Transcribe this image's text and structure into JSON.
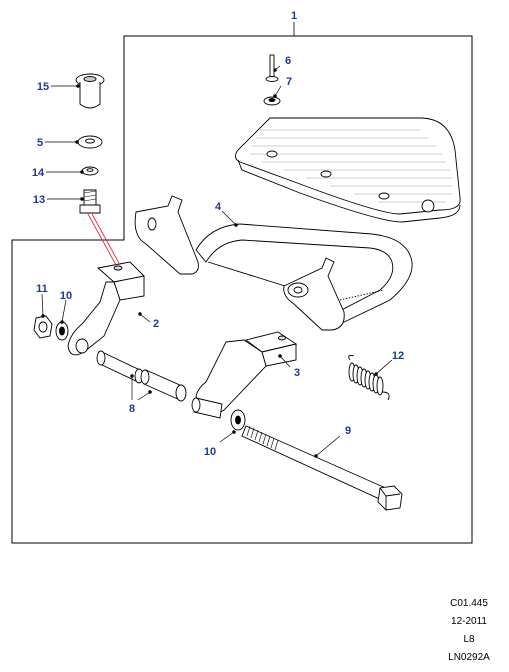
{
  "callouts": {
    "c1": "1",
    "c2": "2",
    "c3": "3",
    "c4": "4",
    "c5": "5",
    "c6": "6",
    "c7": "7",
    "c8": "8",
    "c9": "9",
    "c10a": "10",
    "c10b": "10",
    "c11": "11",
    "c12": "12",
    "c13": "13",
    "c14": "14",
    "c15": "15"
  },
  "reference": {
    "code": "C01.445",
    "date": "12-2011",
    "level": "L8",
    "drawing": "LN0292A"
  },
  "colors": {
    "callout": "#1f3a93",
    "line": "#000000",
    "hatch": "#bbbbbb",
    "leader_red": "#d9303a"
  }
}
